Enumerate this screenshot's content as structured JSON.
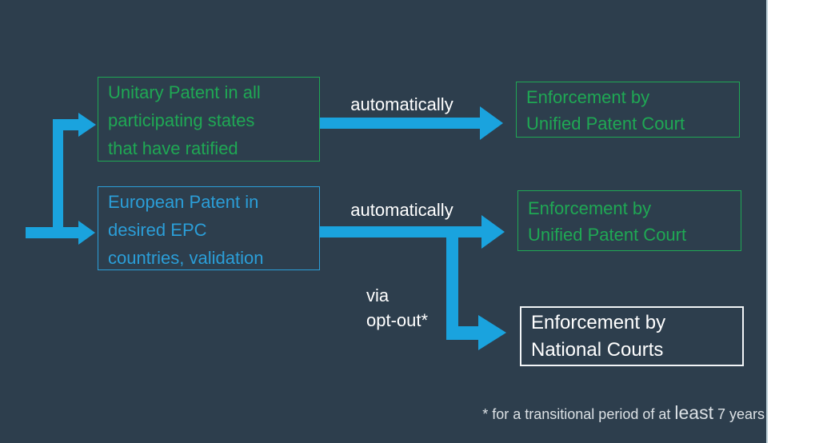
{
  "colors": {
    "background": "#2d3e4d",
    "green": "#1fa854",
    "blue": "#2b9ed8",
    "arrow": "#1aa3de",
    "white_text": "#ffffff",
    "footnote_text": "#dce1e5",
    "right_strip": "#ffffff"
  },
  "diagram": {
    "source_boxes": {
      "unitary": {
        "lines": [
          "Unitary Patent in all",
          "participating states",
          "that have ratified"
        ],
        "color": "#1fa854"
      },
      "european": {
        "lines": [
          "European Patent in",
          "desired EPC",
          "countries, validation"
        ],
        "color": "#2b9ed8"
      }
    },
    "target_boxes": {
      "upc_top": {
        "lines": [
          "Enforcement by",
          "Unified Patent Court"
        ],
        "color": "#1fa854"
      },
      "upc_mid": {
        "lines": [
          "Enforcement by",
          "Unified Patent Court"
        ],
        "color": "#1fa854"
      },
      "national": {
        "lines": [
          "Enforcement by",
          "National Courts"
        ],
        "color": "#ffffff"
      }
    },
    "edge_labels": {
      "automatically_top": "automatically",
      "automatically_mid": "automatically",
      "via_optout": {
        "line1": "via",
        "line2": "opt-out*"
      }
    },
    "footnote": {
      "prefix": "* for a transitional period of at ",
      "emphasis": "least",
      "suffix": " 7 years"
    }
  }
}
